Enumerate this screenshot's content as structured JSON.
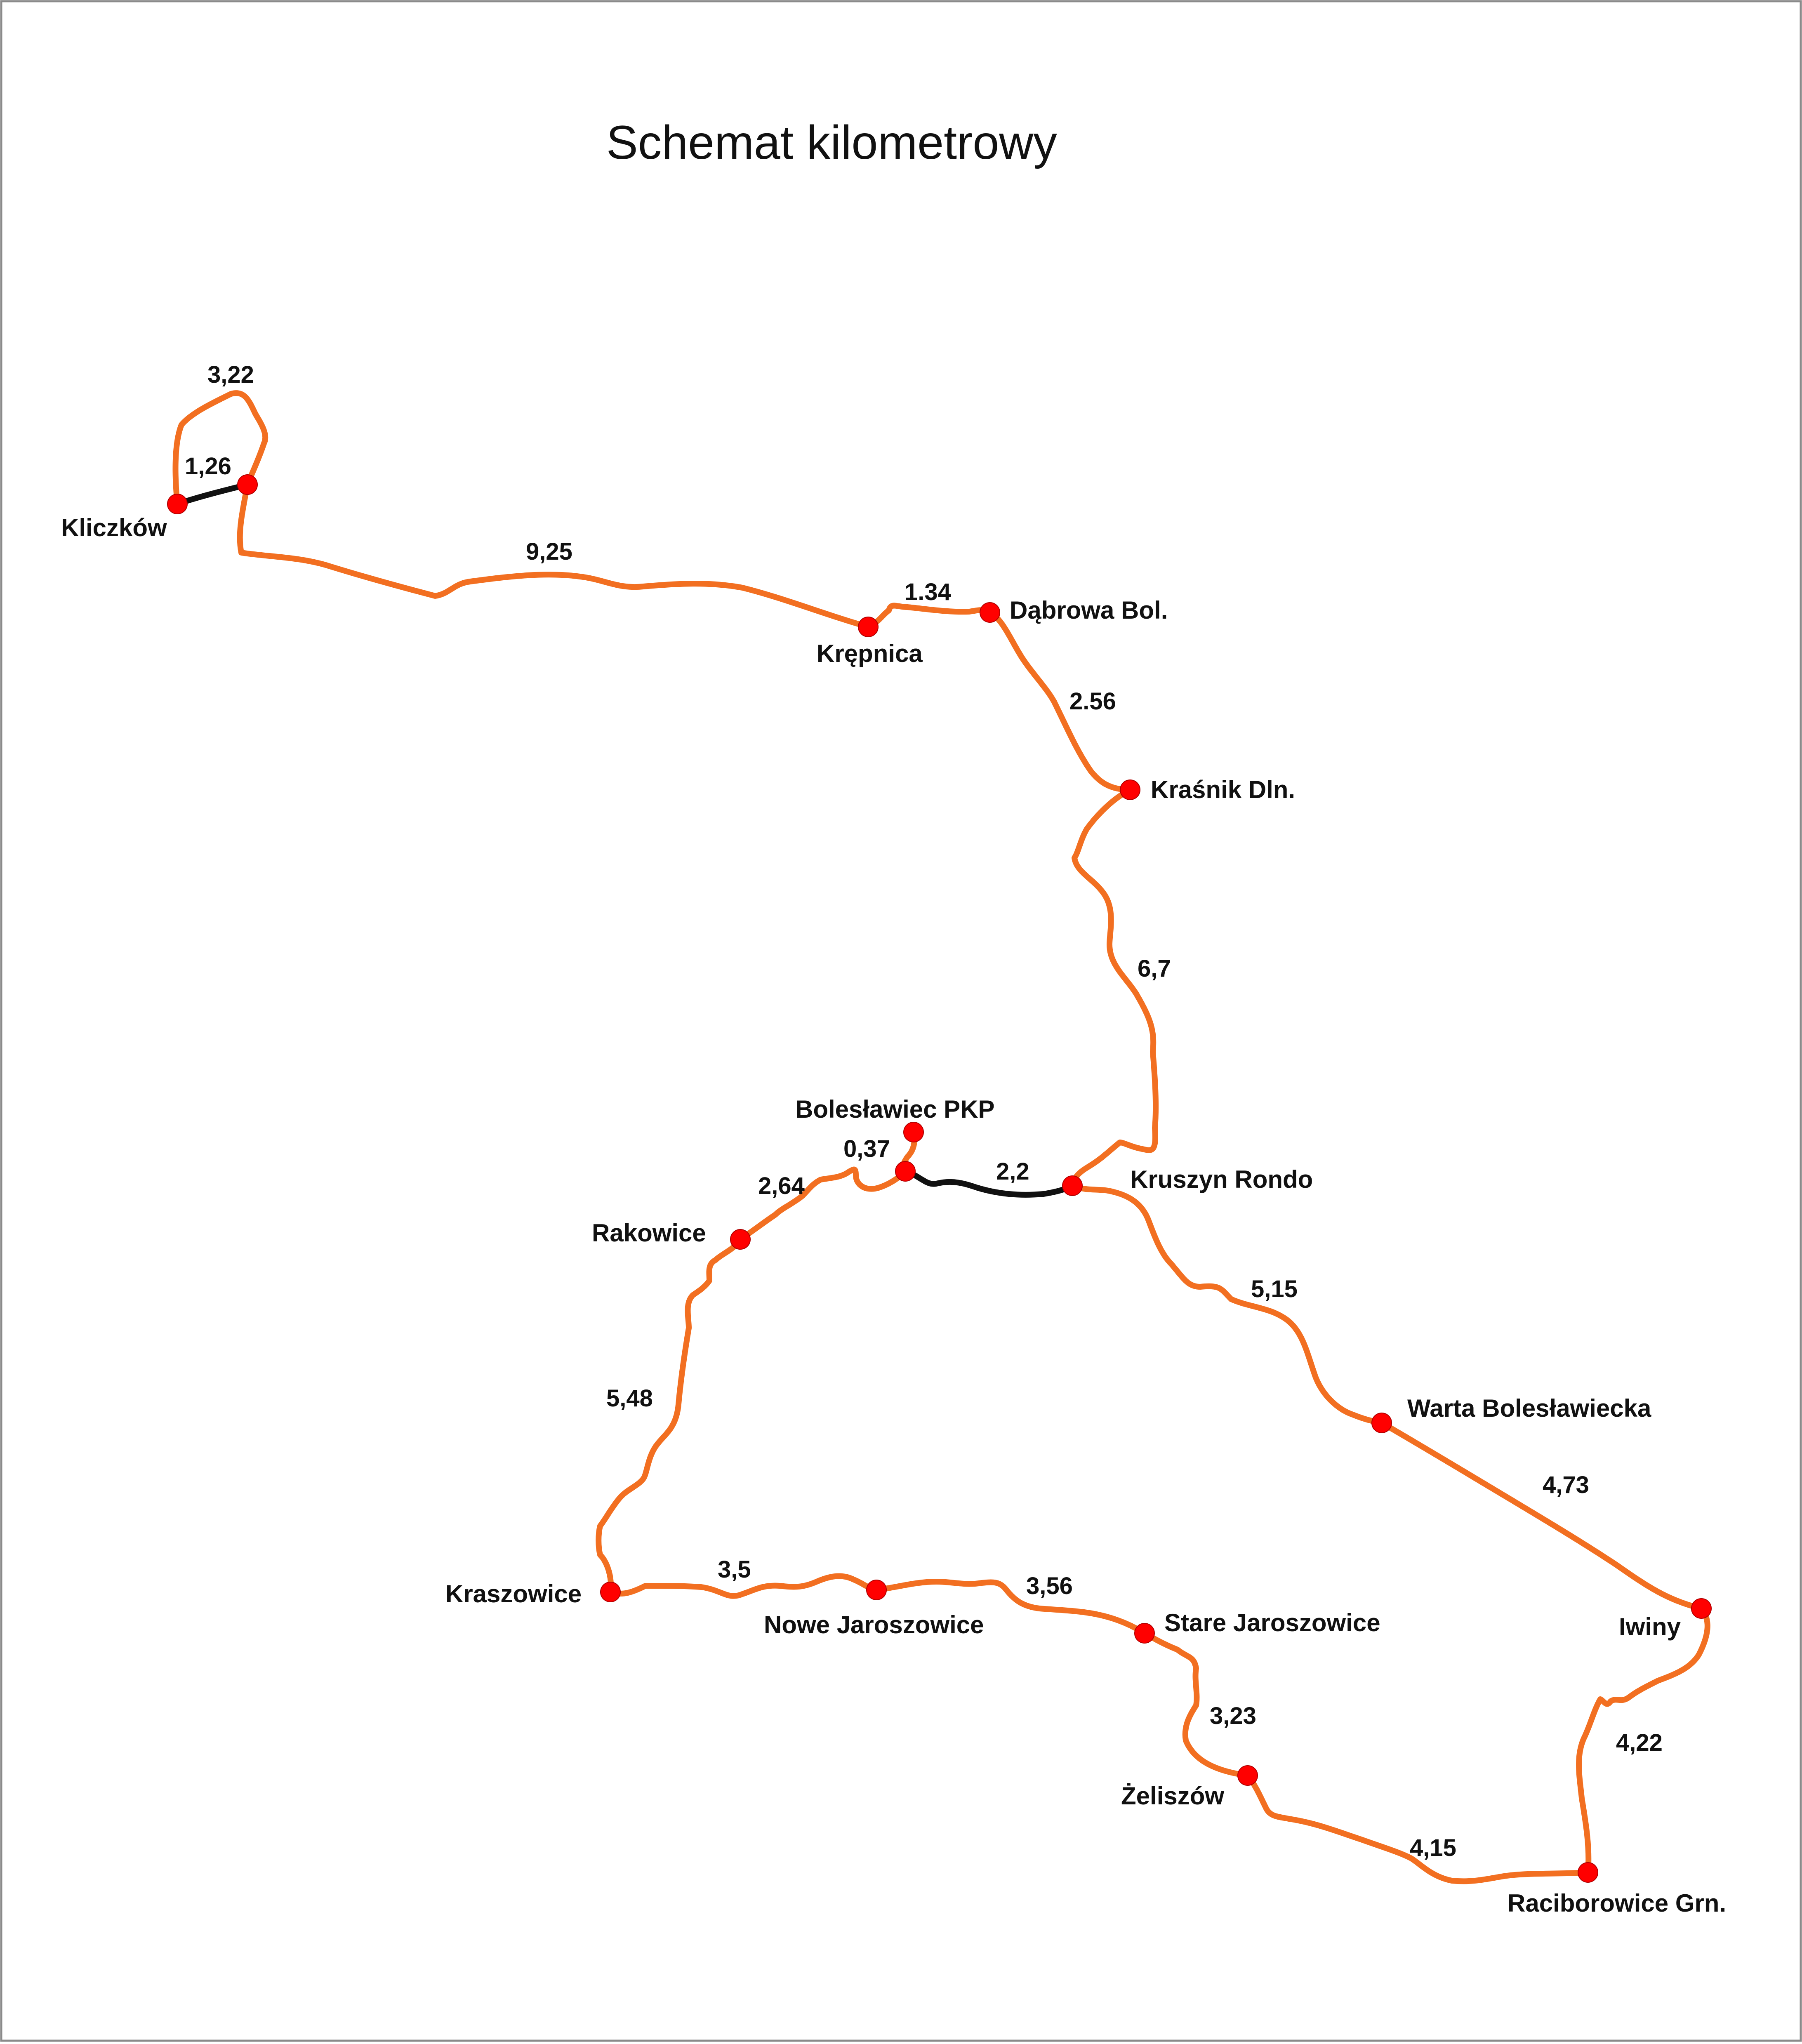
{
  "map": {
    "title": "Schemat kilometrowy",
    "colors": {
      "route_main": "#f26f21",
      "route_connector": "#111111",
      "stop_fill": "#ff0000",
      "frame": "#8a8a8a"
    },
    "stops": {
      "kliczkow": "Kliczków",
      "krepnica": "Krępnica",
      "dabrowa": "Dąbrowa Bol.",
      "krasnik": "Kraśnik Dln.",
      "boleslawiec_pkp": "Bolesławiec PKP",
      "kruszyn": "Kruszyn Rondo",
      "rakowice": "Rakowice",
      "warta": "Warta Bolesławiecka",
      "iwiny": "Iwiny",
      "kraszowice": "Kraszowice",
      "nowe_jaroszowice": "Nowe Jaroszowice",
      "stare_jaroszowice": "Stare Jaroszowice",
      "zeliszow": "Żeliszów",
      "raciborowice": "Raciborowice Grn."
    },
    "distances": {
      "kliczkow_loop": "3,22",
      "kliczkow_link": "1,26",
      "to_krepnica": "9,25",
      "krepnica_dabrowa": "1.34",
      "dabrowa_krasnik": "2.56",
      "krasnik_kruszyn": "6,7",
      "pkp_spur": "0,37",
      "pkp_kruszyn": "2,2",
      "pkp_rakowice": "2,64",
      "kruszyn_warta": "5,15",
      "rakowice_kraszowice": "5,48",
      "warta_iwiny": "4,73",
      "kraszowice_nowe": "3,5",
      "nowe_stare": "3,56",
      "iwiny_raciborowice": "4,22",
      "stare_zeliszow": "3,23",
      "zeliszow_raciborowice": "4,15"
    }
  }
}
